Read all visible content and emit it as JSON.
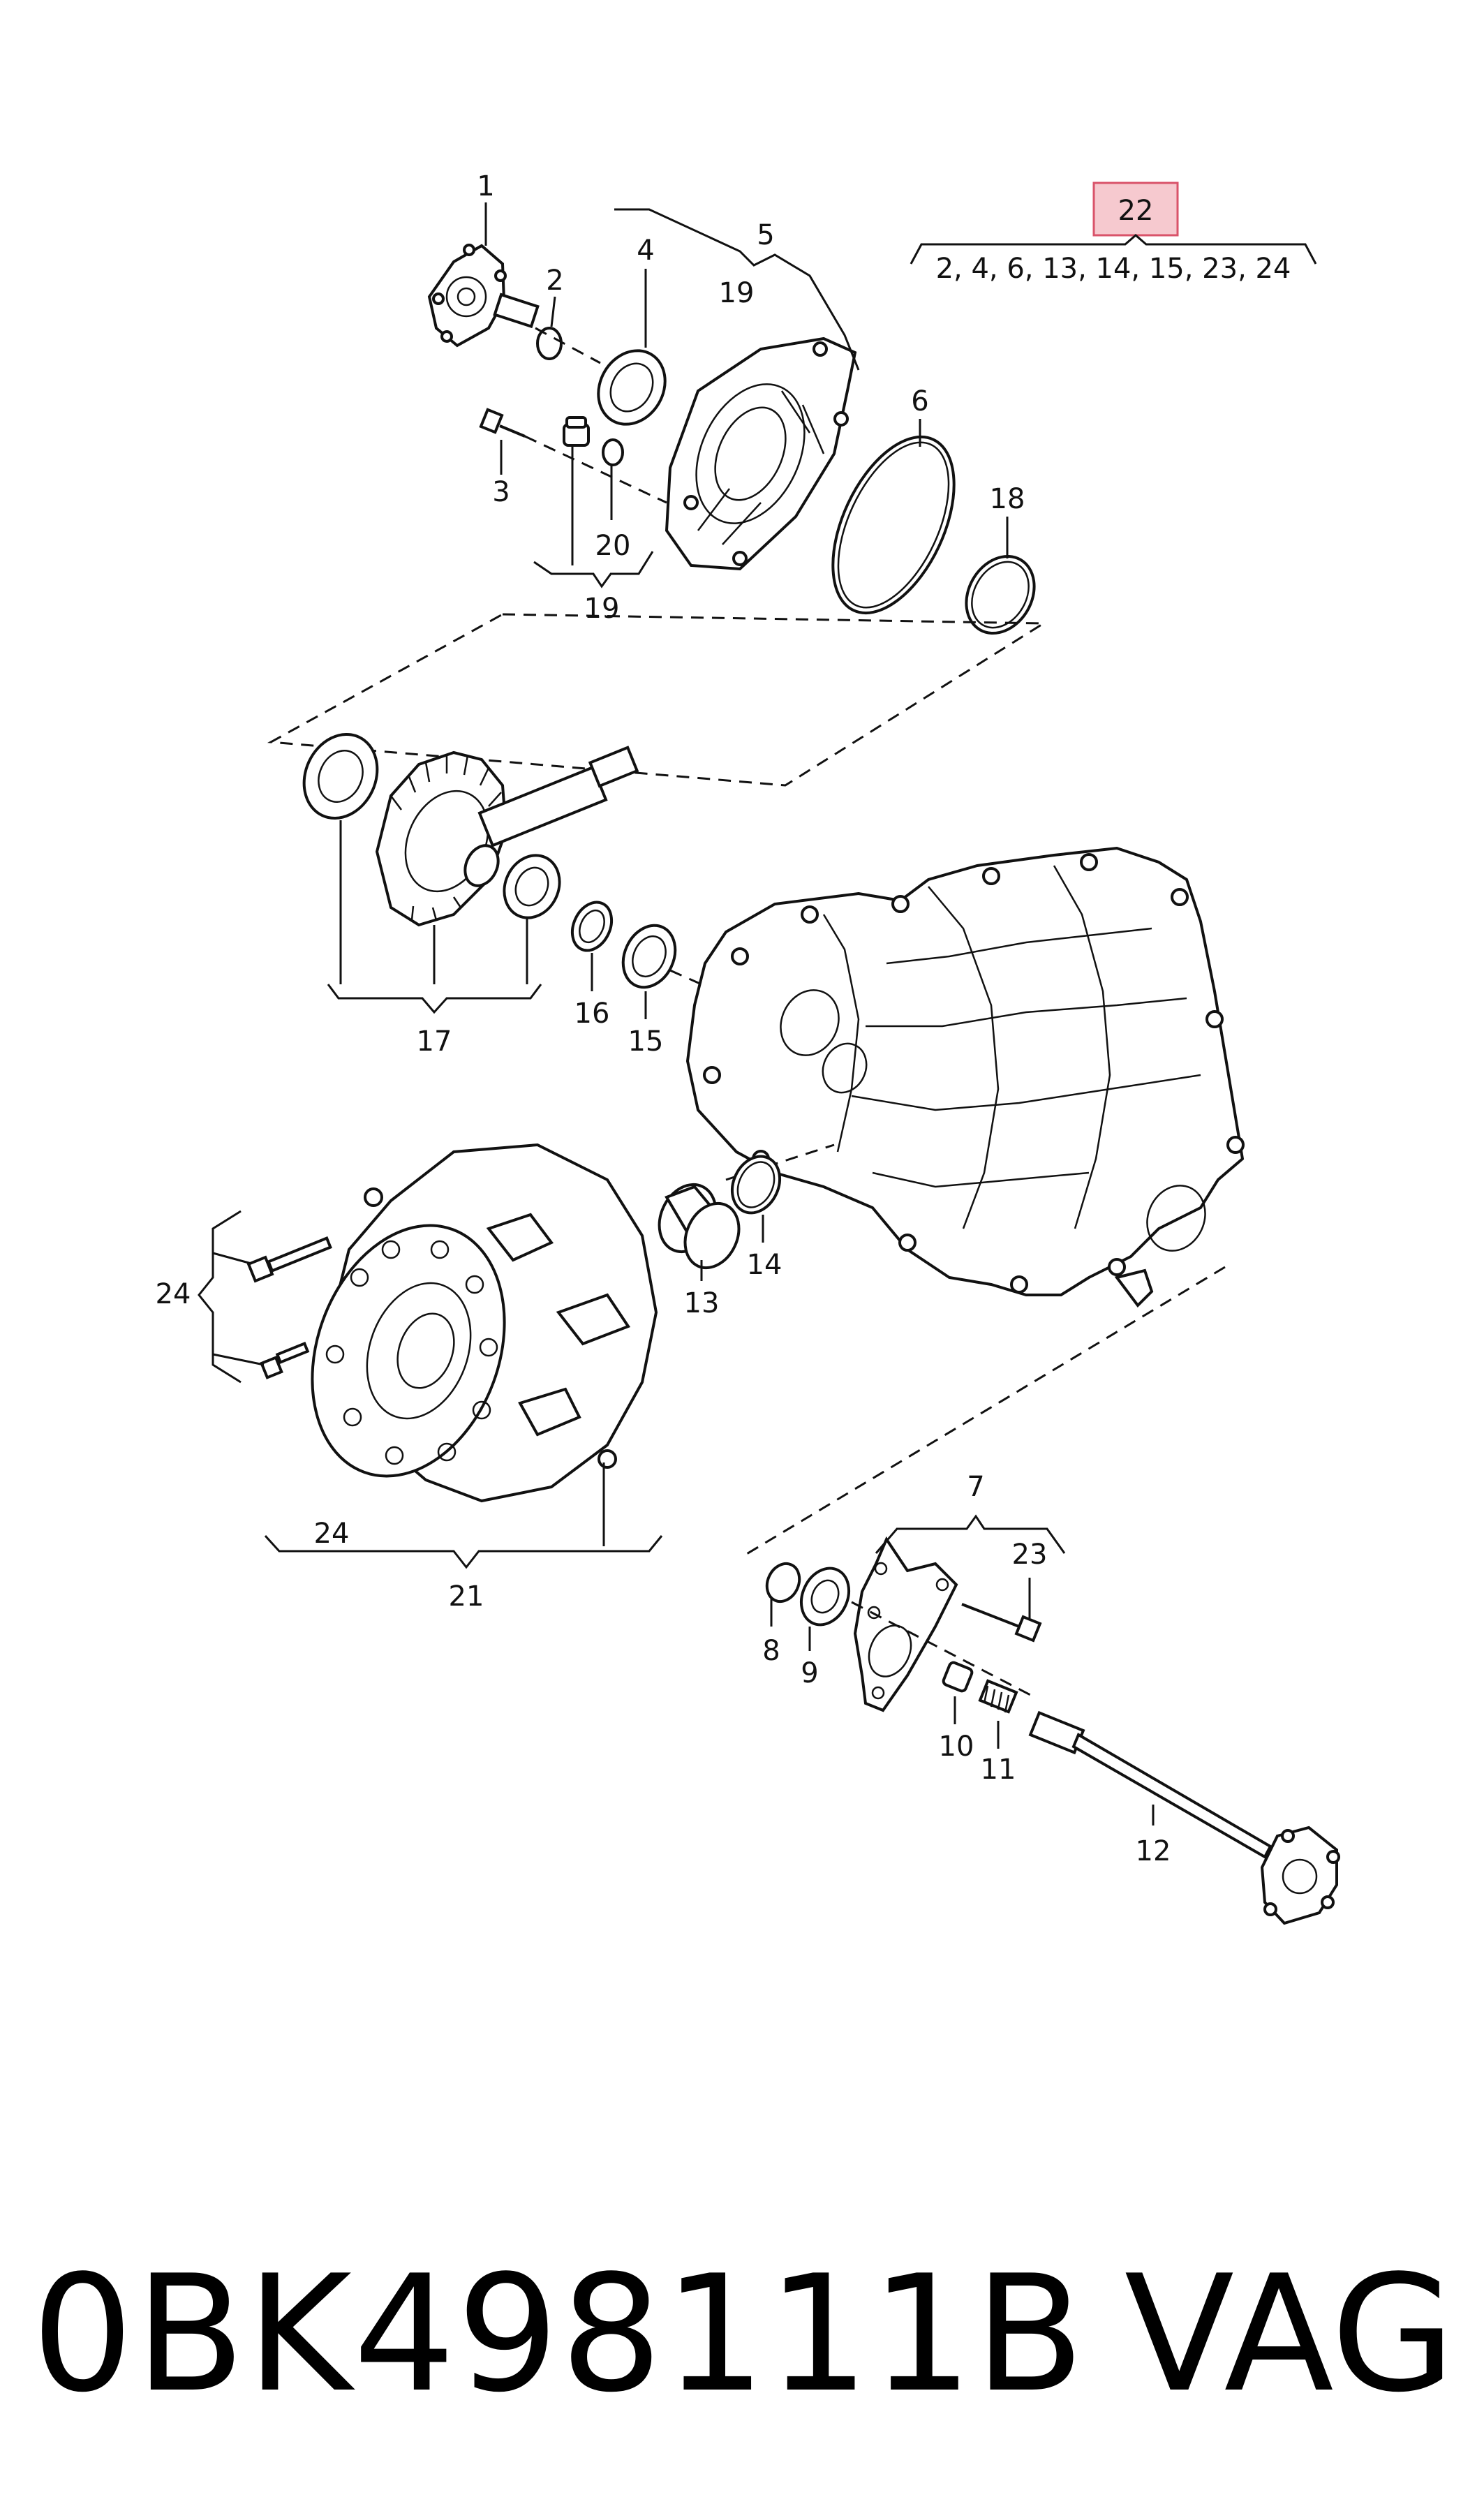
{
  "highlight": {
    "number": "22",
    "set_contents": "2, 4, 6, 13, 14, 15, 23, 24",
    "box_color": "#f6c9cf",
    "border_color": "#d9536a"
  },
  "labels": {
    "p1": "1",
    "p2": "2",
    "p3": "3",
    "p4": "4",
    "p5": "5",
    "p6": "6",
    "p7": "7",
    "p8": "8",
    "p9": "9",
    "p10": "10",
    "p11": "11",
    "p12": "12",
    "p13": "13",
    "p14": "14",
    "p15": "15",
    "p16": "16",
    "p17": "17",
    "p18": "18",
    "p19a": "19",
    "p19b": "19",
    "p20": "20",
    "p21": "21",
    "p23": "23",
    "p24a": "24",
    "p24b": "24"
  },
  "footer": {
    "part_number": "0BK498111B",
    "brand": "VAG"
  }
}
